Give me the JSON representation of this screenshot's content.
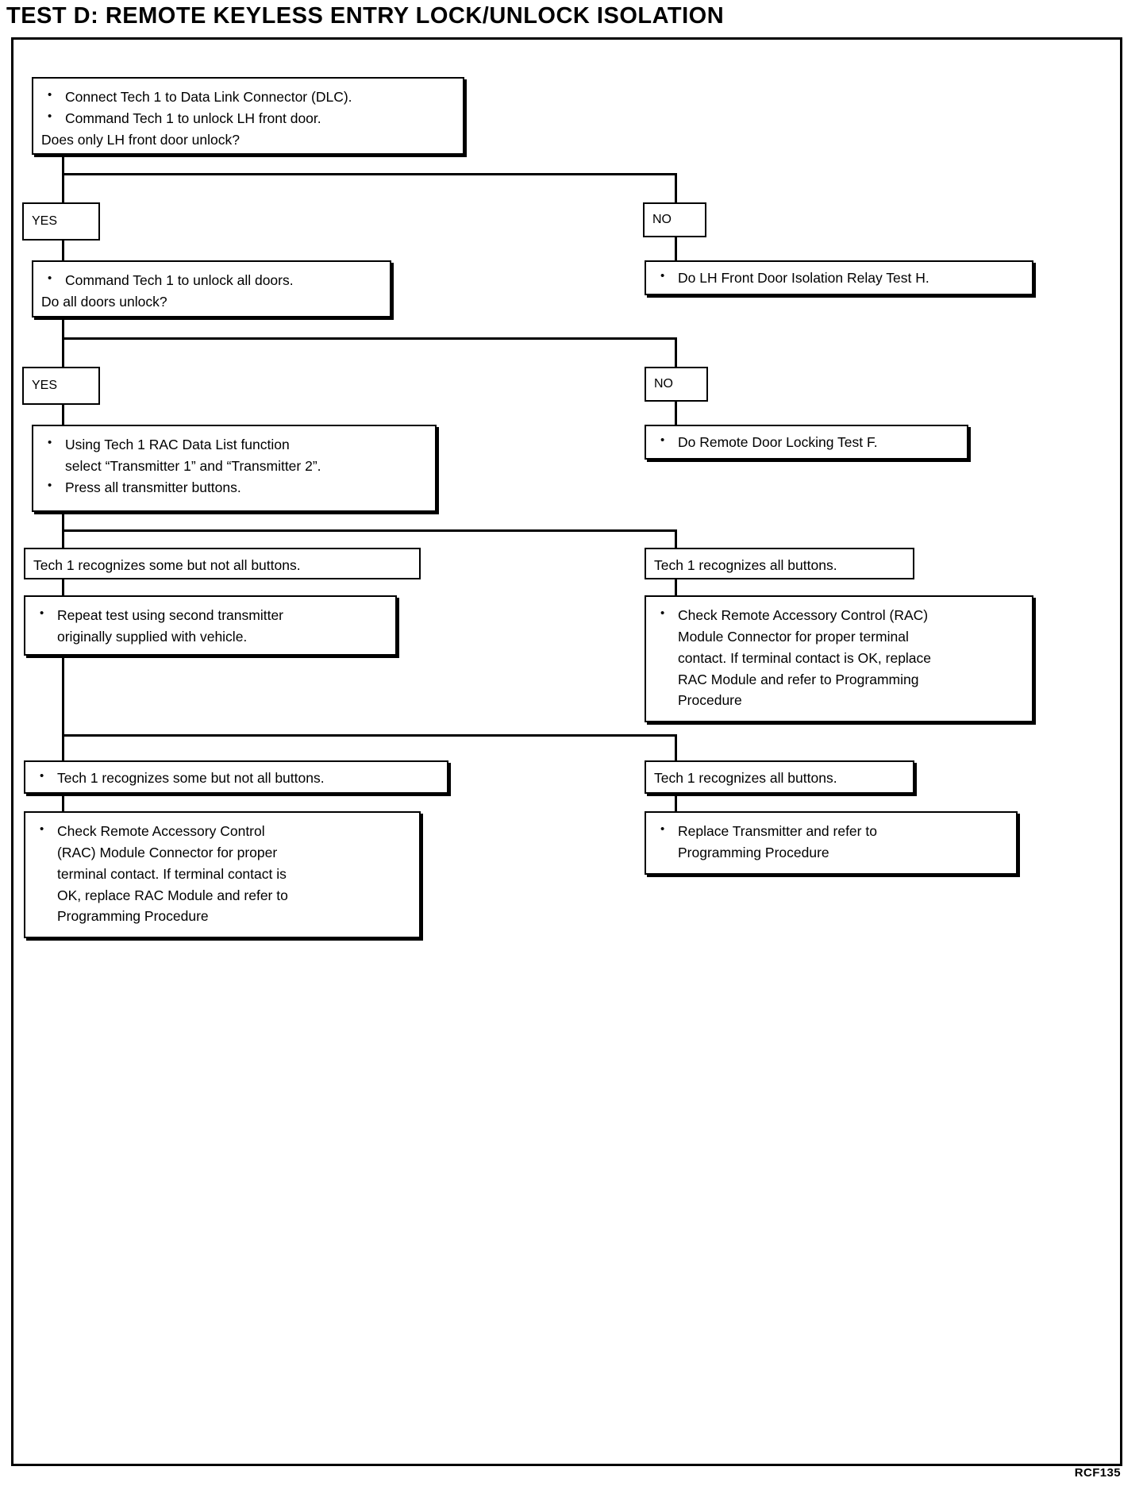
{
  "page": {
    "title": "TEST D: REMOTE KEYLESS ENTRY LOCK/UNLOCK ISOLATION",
    "footer_code": "RCF135"
  },
  "labels": {
    "yes": "YES",
    "no": "NO"
  },
  "nodes": {
    "start": {
      "line1": "Connect Tech 1 to Data Link Connector (DLC).",
      "line2": "Command Tech 1 to unlock LH front door.",
      "line3": "Does only LH front door unlock?"
    },
    "unlock_all": {
      "line1": "Command Tech 1 to unlock all doors.",
      "line2": "Do all doors unlock?"
    },
    "lh_relay_test": {
      "line1": "Do LH Front Door Isolation Relay Test H."
    },
    "rac_data_list": {
      "line1": "Using Tech 1 RAC Data List function",
      "line2": "select “Transmitter 1” and “Transmitter 2”.",
      "line3": "Press all transmitter buttons."
    },
    "remote_door_locking_test": {
      "line1": "Do Remote Door Locking Test F."
    },
    "some_buttons_1": {
      "line1": "Tech 1 recognizes some but not all buttons."
    },
    "all_buttons_1": {
      "line1": "Tech 1 recognizes all buttons."
    },
    "repeat_test": {
      "line1": "Repeat test using second transmitter",
      "line2": "originally supplied with vehicle."
    },
    "check_rac_right": {
      "line1": "Check Remote Accessory Control (RAC)",
      "line2": "Module Connector for proper terminal",
      "line3": "contact. If terminal contact is OK, replace",
      "line4": "RAC Module and refer to Programming",
      "line5": "Procedure"
    },
    "some_buttons_2": {
      "line1": "Tech 1 recognizes some but not all buttons."
    },
    "all_buttons_2": {
      "line1": "Tech 1 recognizes all buttons."
    },
    "check_rac_left": {
      "line1": "Check Remote Accessory Control",
      "line2": "(RAC) Module Connector for proper",
      "line3": "terminal contact. If terminal contact is",
      "line4": "OK, replace RAC Module and refer to",
      "line5": "Programming Procedure"
    },
    "replace_transmitter": {
      "line1": "Replace Transmitter and refer to",
      "line2": "Programming Procedure"
    }
  }
}
